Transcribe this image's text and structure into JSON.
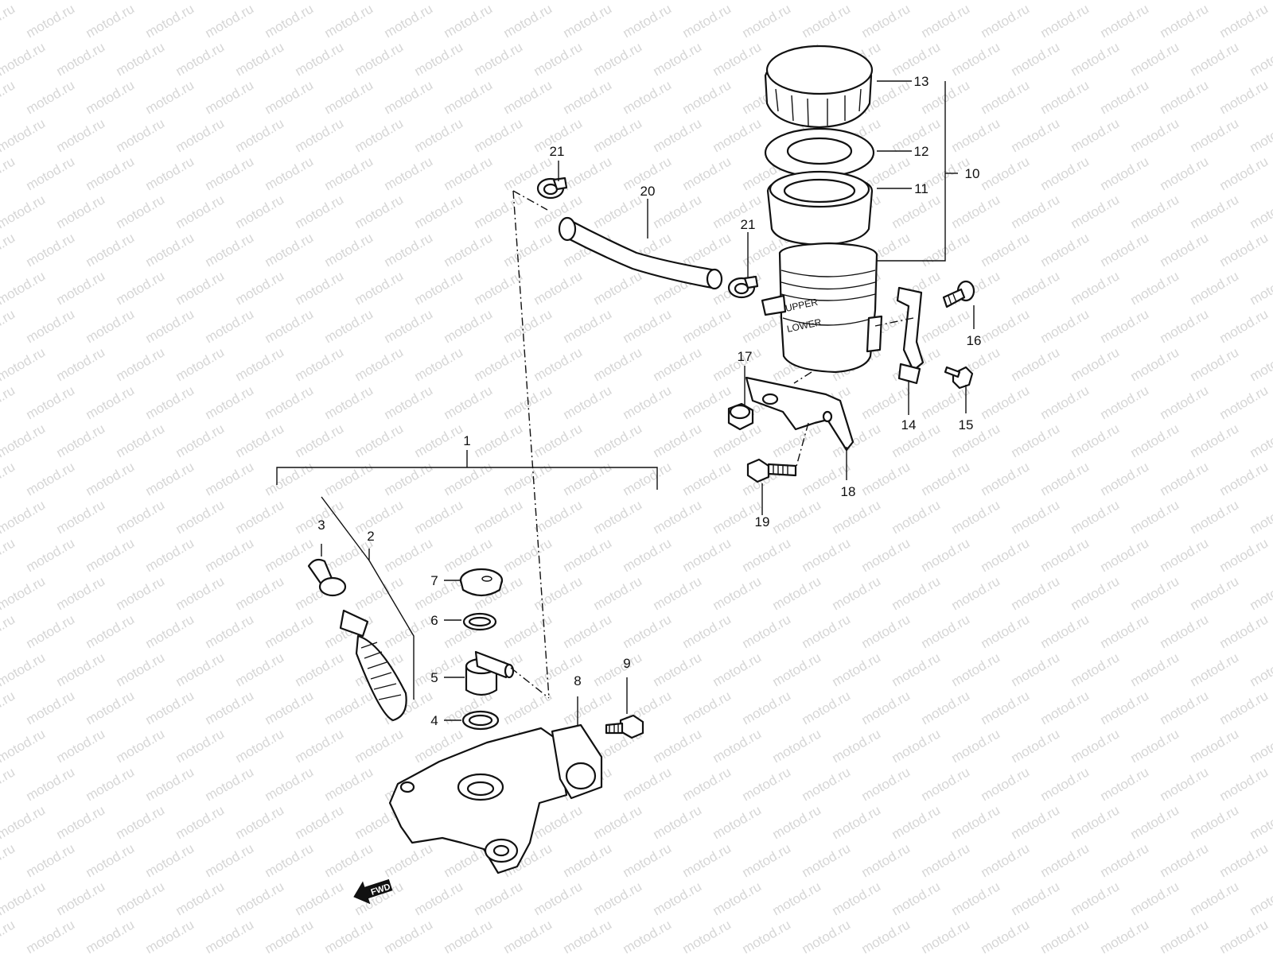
{
  "watermark": {
    "text": "motod.ru"
  },
  "callouts": {
    "c1": "1",
    "c2": "2",
    "c3": "3",
    "c4": "4",
    "c5": "5",
    "c6": "6",
    "c7": "7",
    "c8": "8",
    "c9": "9",
    "c10": "10",
    "c11": "11",
    "c12": "12",
    "c13": "13",
    "c14": "14",
    "c15": "15",
    "c16": "16",
    "c17": "17",
    "c18": "18",
    "c19": "19",
    "c20": "20",
    "c21a": "21",
    "c21b": "21"
  },
  "fwd_arrow": {
    "label": "FWD"
  },
  "reservoir_marking": {
    "upper": "UPPER",
    "lower": "LOWER"
  }
}
